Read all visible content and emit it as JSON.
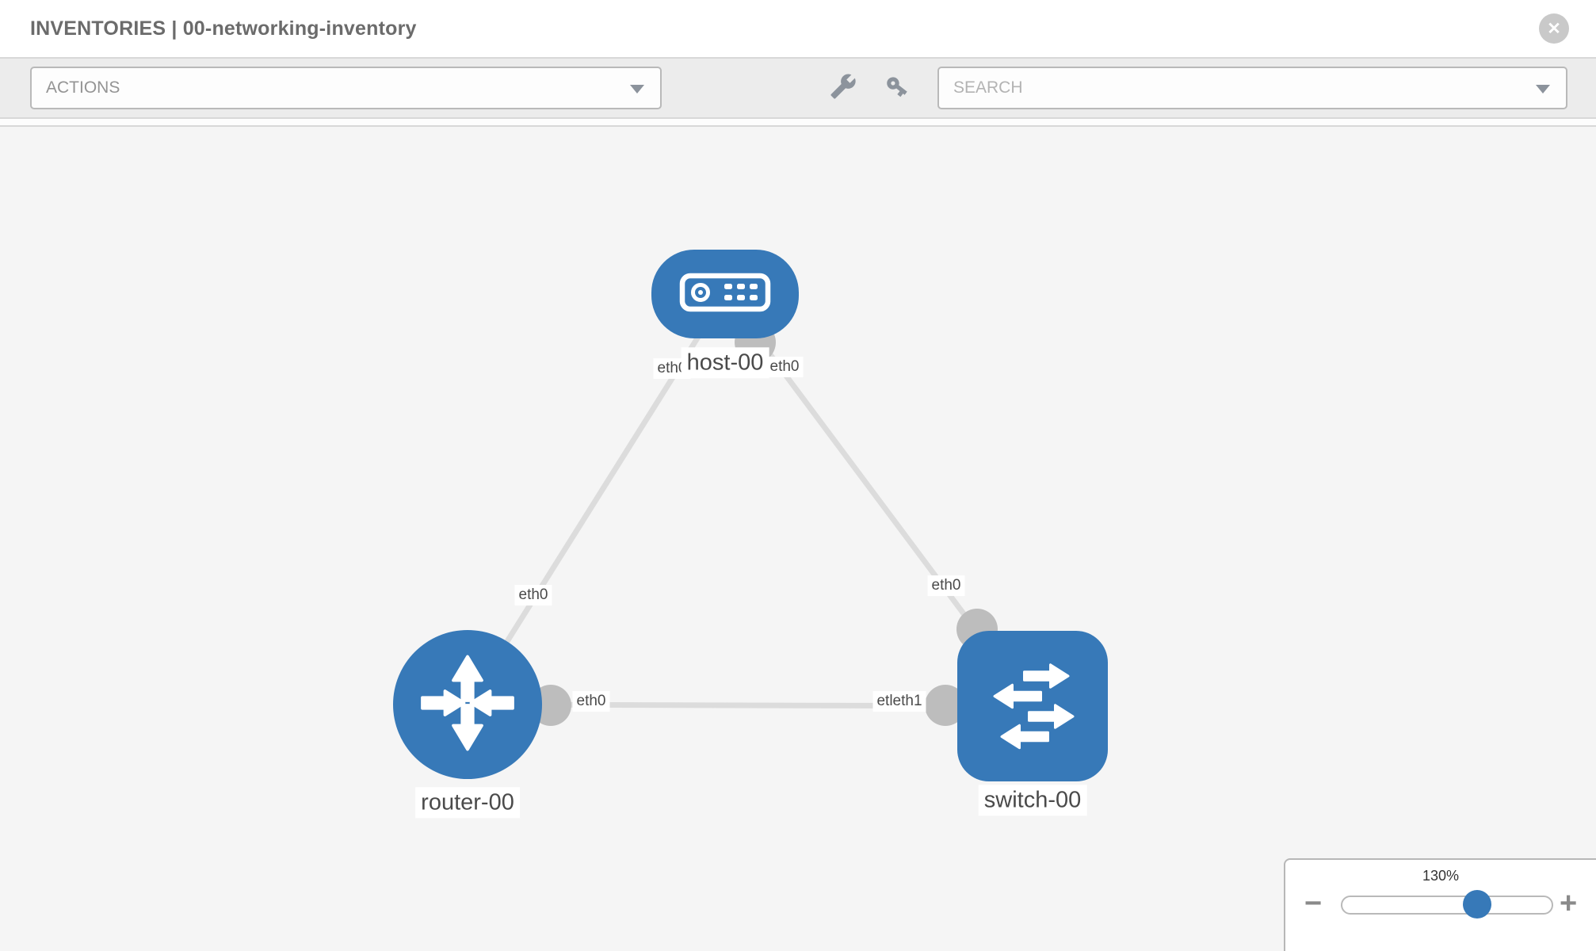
{
  "header": {
    "title": "INVENTORIES | 00-networking-inventory",
    "close_glyph": "✕"
  },
  "toolbar": {
    "actions_label": "ACTIONS",
    "search_placeholder": "SEARCH",
    "icons": [
      "wrench-icon",
      "key-icon",
      "chevron-down-icon"
    ]
  },
  "diagram": {
    "nodes": [
      {
        "id": "host-00",
        "type": "host",
        "label": "host-00"
      },
      {
        "id": "router-00",
        "type": "router",
        "label": "router-00"
      },
      {
        "id": "switch-00",
        "type": "switch",
        "label": "switch-00"
      }
    ],
    "links": [
      {
        "from": "host-00",
        "to": "router-00"
      },
      {
        "from": "host-00",
        "to": "switch-00"
      },
      {
        "from": "router-00",
        "to": "switch-00"
      }
    ],
    "ports": {
      "host_left": "eth0",
      "host_right": "eth0",
      "router_top": "eth0",
      "switch_top": "eth0",
      "mid_link_router_end": "eth0",
      "mid_link_switch_end": "etleth1"
    }
  },
  "zoom_control": {
    "level": "130%",
    "minus_glyph": "−",
    "plus_glyph": "+"
  },
  "colors": {
    "node_blue": "#3779b8",
    "link_gray": "#dcdcdc",
    "connector_gray": "#bdbdbd",
    "canvas_bg": "#f5f5f5",
    "toolbar_bg": "#ececec",
    "title_gray": "#6b6b6b"
  }
}
